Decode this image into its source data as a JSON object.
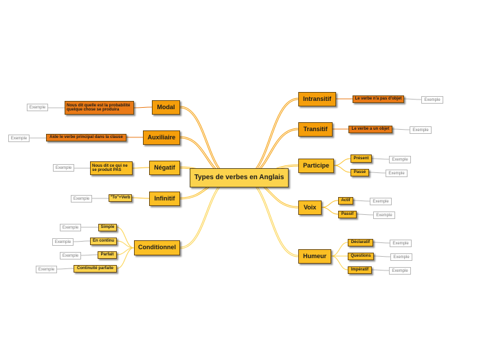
{
  "central": "Types de verbes en Anglais",
  "left_branches": {
    "modal": {
      "label": "Modal",
      "detail": "Nous dit quelle est la probabilité quelque chose se produira",
      "example": "Exemple"
    },
    "auxiliaire": {
      "label": "Auxiliaire",
      "detail": "Aide le verbe principal dans la clause",
      "example": "Exemple"
    },
    "negatif": {
      "label": "Négatif",
      "detail": "Nous dit ce qui ne se produit PAS",
      "example": "Exemple"
    },
    "infinitif": {
      "label": "Infinitif",
      "detail": "\"To\"+Verb",
      "example": "Exemple"
    },
    "conditionnel": {
      "label": "Conditionnel",
      "items": [
        {
          "label": "Simple",
          "example": "Exemple"
        },
        {
          "label": "En continu",
          "example": "Exemple"
        },
        {
          "label": "Parfait",
          "example": "Exemple"
        },
        {
          "label": "Continuité parfaite",
          "example": "Exemple"
        }
      ]
    }
  },
  "right_branches": {
    "intransitif": {
      "label": "Intransitif",
      "detail": "Le verbe n'a pas d'objet",
      "example": "Exemple"
    },
    "transitif": {
      "label": "Transitif",
      "detail": "Le verbe a un objet",
      "example": "Exemple"
    },
    "participe": {
      "label": "Participe",
      "items": [
        {
          "label": "Présent",
          "example": "Exemple"
        },
        {
          "label": "Passé",
          "example": "Exemple"
        }
      ]
    },
    "voix": {
      "label": "Voix",
      "items": [
        {
          "label": "Actif",
          "example": "Exemple"
        },
        {
          "label": "Passif",
          "example": "Exemple"
        }
      ]
    },
    "humeur": {
      "label": "Humeur",
      "items": [
        {
          "label": "Déclaratif",
          "example": "Exemple"
        },
        {
          "label": "Questions",
          "example": "Exemple"
        },
        {
          "label": "Impératif",
          "example": "Exemple"
        }
      ]
    }
  },
  "colors": {
    "orange_dark": "#ea7a16",
    "orange": "#f59e0b",
    "amber": "#fbbf24",
    "yellow": "#fcd34d"
  }
}
